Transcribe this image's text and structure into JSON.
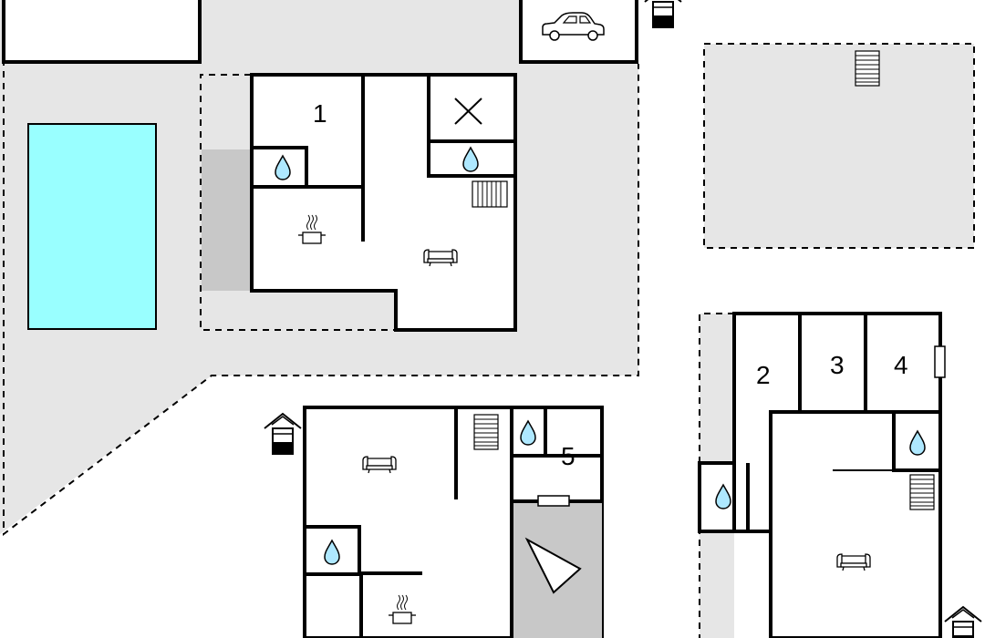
{
  "plan": {
    "room_numbers": [
      "1",
      "2",
      "3",
      "4",
      "5"
    ],
    "icons": {
      "car": "car-icon",
      "bathroom": "water-drop-icon",
      "kitchen": "cooking-pot-icon",
      "living": "sofa-icon",
      "stairs": "stairs-icon",
      "entrance": "house-entrance-icon",
      "void": "cross-icon",
      "compass": "north-arrow-icon"
    },
    "colors": {
      "ground": "#e6e6e6",
      "covered": "#c8c8c8",
      "pool": "#99ffff",
      "wall": "#000000",
      "water_drop": "#aee8ff"
    }
  }
}
